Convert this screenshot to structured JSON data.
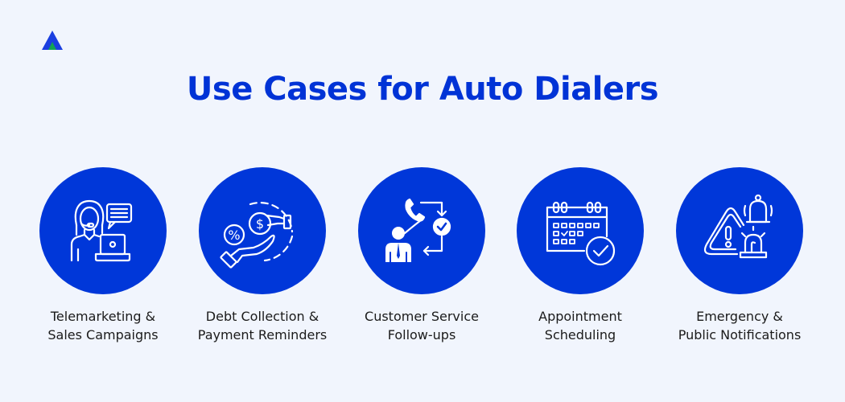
{
  "logo": {
    "icon": "brand-logo-icon",
    "colors": {
      "primary": "#1a3fe0",
      "accent": "#12a552"
    }
  },
  "title": "Use Cases for Auto Dialers",
  "colors": {
    "background": "#f1f5fd",
    "title": "#0033d6",
    "circle": "#0037d9",
    "label": "#1b1b1b"
  },
  "use_cases": [
    {
      "icon": "telemarketing-agent-icon",
      "line1": "Telemarketing &",
      "line2": "Sales Campaigns"
    },
    {
      "icon": "debt-payment-hand-icon",
      "line1": "Debt Collection &",
      "line2": "Payment Reminders"
    },
    {
      "icon": "customer-followup-icon",
      "line1": "Customer Service",
      "line2": "Follow-ups"
    },
    {
      "icon": "calendar-check-icon",
      "line1": "Appointment",
      "line2": "Scheduling"
    },
    {
      "icon": "emergency-alert-icon",
      "line1": "Emergency &",
      "line2": "Public Notifications"
    }
  ]
}
